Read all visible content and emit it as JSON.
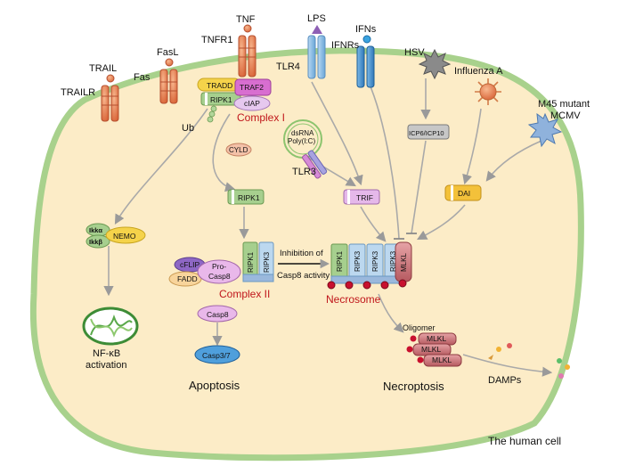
{
  "receptors": {
    "trail": "TRAIL",
    "trailr": "TRAILR",
    "fasl": "FasL",
    "fas": "Fas",
    "tnf": "TNF",
    "tnfr1": "TNFR1",
    "lps": "LPS",
    "tlr4": "TLR4",
    "ifns": "IFNs",
    "ifnrs": "IFNRs",
    "hsv": "HSV",
    "influenza": "Influenza A",
    "m45_line1": "M45 mutant",
    "m45_line2": "MCMV"
  },
  "complex1": {
    "tradd": "TRADD",
    "ripk1": "RIPK1",
    "traf2": "TRAF2",
    "ciap": "cIAP",
    "title": "Complex I",
    "ub": "Ub",
    "cyld": "CYLD"
  },
  "tlr3": {
    "dsrna": "dsRNA",
    "polyic": "Poly(I:C)",
    "label": "TLR3"
  },
  "nfkb": {
    "ikka": "Ikkα",
    "ikkb": "Ikkβ",
    "nemo": "NEMO",
    "line1": "NF-κB",
    "line2": "activation"
  },
  "pathway": {
    "ripk1": "RIPK1",
    "trif": "TRIF",
    "icp": "ICP6/ICP10",
    "dai": "DAI",
    "inhibition_line1": "Inhibition of",
    "inhibition_line2": "Casp8 activity"
  },
  "complex2": {
    "ripk1": "RIPK1",
    "ripk3": "RIPK3",
    "cflip": "cFLIP",
    "fadd": "FADD",
    "procasp8_line1": "Pro-",
    "procasp8_line2": "Casp8",
    "title": "Complex II",
    "casp8": "Casp8",
    "casp37": "Casp3/7",
    "apoptosis": "Apoptosis"
  },
  "necrosome": {
    "ripk1": "RIPK1",
    "ripk3": "RIPK3",
    "mlkl": "MLKL",
    "title": "Necrosome",
    "oligomer": "Oligomer",
    "necroptosis": "Necroptosis",
    "damps": "DAMPs"
  },
  "cell_label": "The human cell"
}
